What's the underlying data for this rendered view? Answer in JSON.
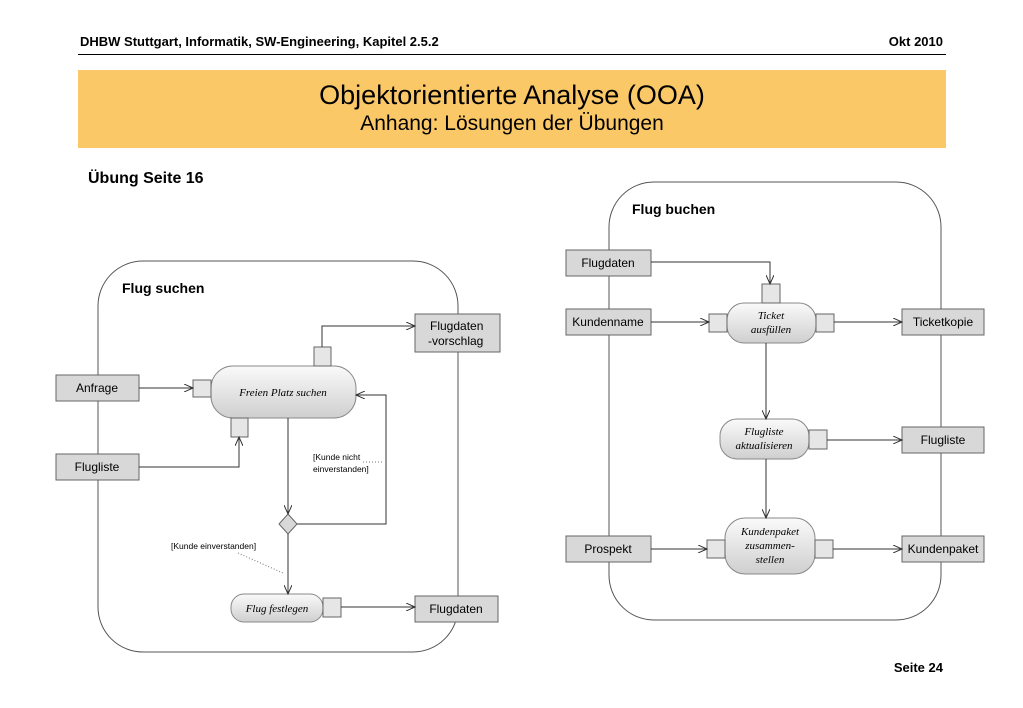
{
  "header": {
    "left": "DHBW Stuttgart, Informatik, SW-Engineering, Kapitel 2.5.2",
    "right": "Okt 2010"
  },
  "banner": {
    "title": "Objektorientierte Analyse (OOA)",
    "subtitle": "Anhang: Lösungen der Übungen"
  },
  "section_title": "Übung Seite 16",
  "footer": {
    "page": "Seite 24"
  },
  "diagram_left": {
    "title": "Flug suchen",
    "inputs": {
      "anfrage": "Anfrage",
      "flugliste": "Flugliste"
    },
    "outputs": {
      "vorschlag_line1": "Flugdaten",
      "vorschlag_line2": "-vorschlag",
      "flugdaten": "Flugdaten"
    },
    "activities": {
      "platz": "Freien Platz suchen",
      "festlegen": "Flug festlegen"
    },
    "guards": {
      "nicht_line1": "[Kunde nicht",
      "nicht_line2": "einverstanden]",
      "einverstanden": "[Kunde einverstanden]"
    }
  },
  "diagram_right": {
    "title": "Flug buchen",
    "inputs": {
      "flugdaten": "Flugdaten",
      "kundenname": "Kundenname",
      "prospekt": "Prospekt"
    },
    "outputs": {
      "ticketkopie": "Ticketkopie",
      "flugliste": "Flugliste",
      "kundenpaket": "Kundenpaket"
    },
    "activities": {
      "ticket_line1": "Ticket",
      "ticket_line2": "ausfüllen",
      "flugliste_line1": "Flugliste",
      "flugliste_line2": "aktualisieren",
      "paket_line1": "Kundenpaket",
      "paket_line2": "zusammen-",
      "paket_line3": "stellen"
    }
  }
}
